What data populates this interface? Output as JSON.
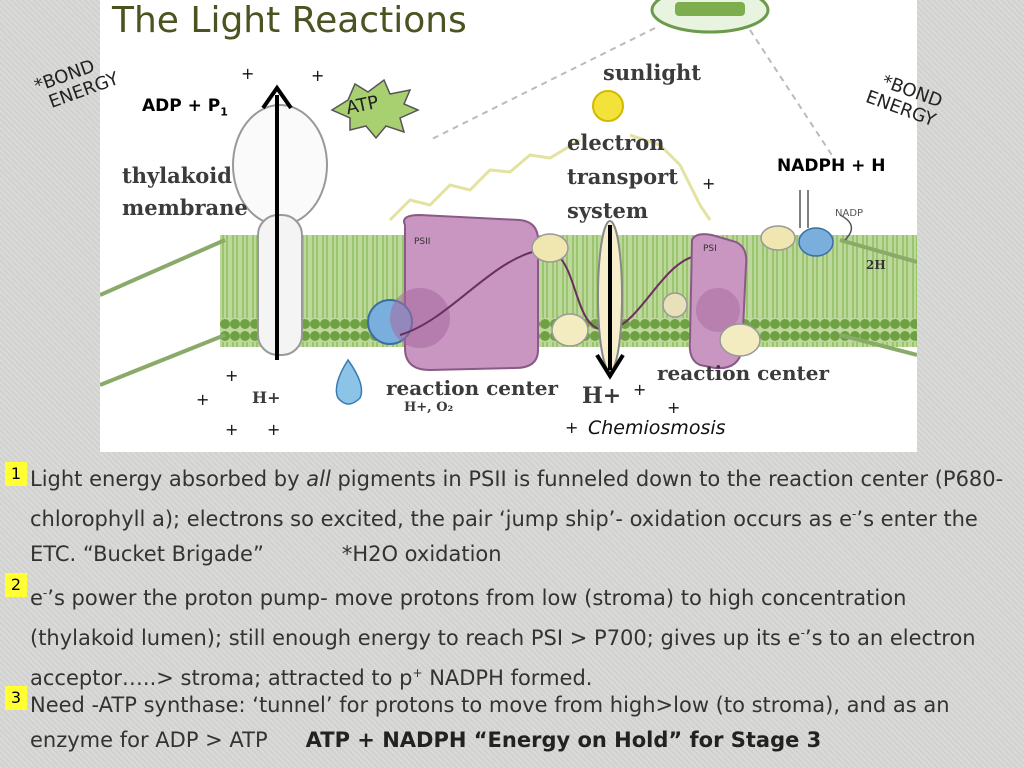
{
  "slide": {
    "title": "The Light Reactions"
  },
  "diagram": {
    "bond_energy_left_1": "*BOND",
    "bond_energy_left_2": "ENERGY",
    "bond_energy_right_1": "*BOND",
    "bond_energy_right_2": "ENERGY",
    "adp_p": "ADP + P",
    "adp_sub": "1",
    "atp": "ATP",
    "sunlight": "sunlight",
    "etc_1": "electron",
    "etc_2": "transport",
    "etc_3": "system",
    "thylakoid_1": "thylakoid",
    "thylakoid_2": "membrane",
    "nadph_h": "NADPH + H",
    "nadp_small": "NADP",
    "two_h": "2H",
    "psii": "PSII",
    "psi": "PSI",
    "reaction_center_left": "reaction center",
    "reaction_center_right": "reaction center",
    "h_plus_left": "H+",
    "h_plus_right": "H+",
    "h_o2": "H+, O₂",
    "chemiosmosis": "Chemiosmosis",
    "plus": "+"
  },
  "points": [
    {
      "num": "1",
      "text_a": " Light energy absorbed by ",
      "text_em": "all",
      "text_b": " pigments in PSII is funneled down to the reaction center (P680- chlorophyll a); electrons so excited, the pair ‘jump ship’- oxidation occurs as e",
      "sup": "-",
      "text_c": "’s enter the ETC. “Bucket Brigade”",
      "text_d": "*H2O oxidation"
    },
    {
      "num": "2",
      "text_a": " e",
      "sup1": "-",
      "text_b": "’s power the proton pump- move protons from low (stroma) to high concentration (thylakoid lumen); still enough energy to reach PSI > P700; gives up its e",
      "sup2": "-",
      "text_c": "’s to an electron acceptor…..> stroma; attracted to p",
      "sup3": "+",
      "text_d": "  NADPH formed."
    },
    {
      "num": "3",
      "text_a": " Need -ATP synthase: ‘tunnel’ for protons to move from high>low (to stroma), and as an enzyme for ADP > ATP",
      "text_bold": "ATP + NADPH “Energy on Hold” for Stage 3"
    }
  ],
  "colors": {
    "title": "#4b5320",
    "membrane": "#7cae4e",
    "photosystem": "#c896c0",
    "number_box": "#ffff33"
  }
}
